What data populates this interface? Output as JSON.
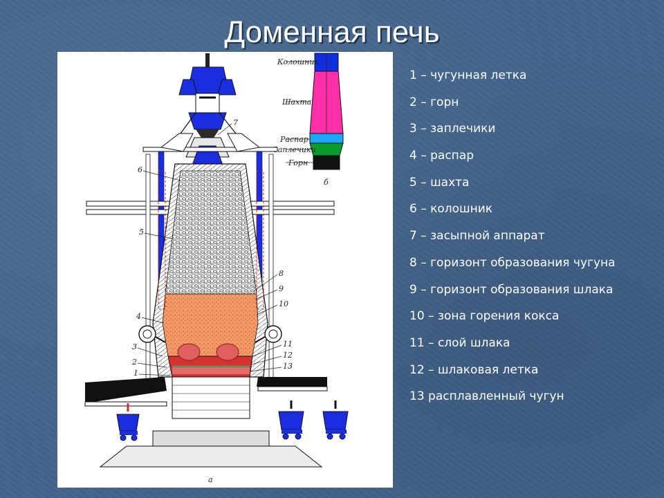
{
  "title": "Доменная печь",
  "diagram": {
    "top_labels": [
      "Колошник",
      "Шахта",
      "Распар",
      "Заплечики",
      "Горн"
    ],
    "bottom_label": "б",
    "figure_letter": "а",
    "callouts": [
      "7",
      "6",
      "5",
      "4",
      "3",
      "2",
      "1",
      "8",
      "9",
      "10",
      "11",
      "12",
      "13"
    ],
    "colors": {
      "kolosnik": "#1030e0",
      "shakhta": "#ff2fa8",
      "raspar": "#1aa8ff",
      "zaplechiki": "#0a9a2e",
      "gorn": "#111111",
      "hearth_zone": "#f4a070",
      "slag": "#e32a2a",
      "equipment": "#1a2ee0"
    }
  },
  "legend": [
    "1 – чугунная  летка",
    "2 – горн",
    "3 – заплечики",
    "4 – распар",
    "5 – шахта",
    "6 – колошник",
    "7 – засыпной аппарат",
    "8 – горизонт образования чугуна",
    "9 – горизонт образования шлака",
    "10 – зона горения кокса",
    "11 – слой шлака",
    "12 – шлаковая  летка",
    "13 расплавленный чугун"
  ]
}
